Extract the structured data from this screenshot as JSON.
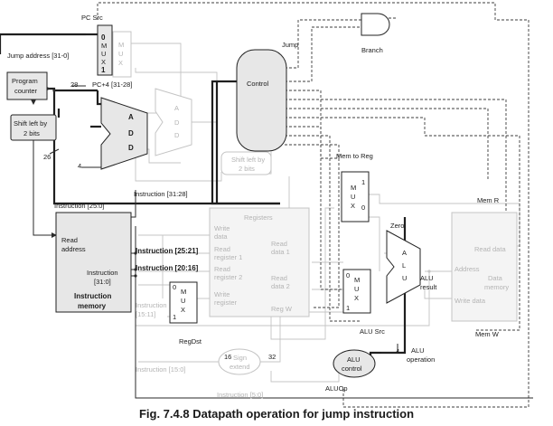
{
  "caption": "Fig. 7.4.8 Datapath operation for jump instruction",
  "blocks": {
    "program_counter": [
      "Program",
      "counter"
    ],
    "shift_left_2": [
      "Shift left by",
      "2 bits"
    ],
    "add_pc": [
      "A",
      "D",
      "D"
    ],
    "add_branch": [
      "A",
      "D",
      "D"
    ],
    "control": "Control",
    "instruction_memory": {
      "read_address": [
        "Read",
        "address"
      ],
      "instruction_out": [
        "Instruction",
        "[31:0]"
      ],
      "title": [
        "Instruction",
        "memory"
      ]
    },
    "shift_left_2_branch": [
      "Shift left by",
      "2 bits"
    ],
    "registers": {
      "title": "Registers",
      "write_data": [
        "Write",
        "data"
      ],
      "read_register_1": [
        "Read",
        "register 1"
      ],
      "read_register_2": [
        "Read",
        "register 2"
      ],
      "write_register": [
        "Write",
        "register"
      ],
      "read_data_1": [
        "Read",
        "data 1"
      ],
      "read_data_2": [
        "Read",
        "data 2"
      ],
      "reg_w": "Reg W"
    },
    "sign_extend": [
      "Sign",
      "extend"
    ],
    "alu": [
      "A",
      "L",
      "U"
    ],
    "alu_control": [
      "ALU",
      "control"
    ],
    "data_memory": {
      "address": "Address",
      "read_data": "Read data",
      "write_data": "Write data",
      "title": [
        "Data",
        "memory"
      ]
    },
    "mux_letters": [
      "M",
      "U",
      "X"
    ]
  },
  "labels": {
    "pc_src": "PC Src",
    "jump_address": "Jump address [31-0]",
    "jump": "Jump",
    "branch": "Branch",
    "pc4": "PC+4 [31-28]",
    "bits_28": "28",
    "bits_26": "26",
    "const_4": "4",
    "mem_to_reg": "Mem to Reg",
    "mem_r": "Mem R",
    "mem_w": "Mem W",
    "instr_31_28": "Instruction [31:28]",
    "instr_25_0": "Instruction [25:0]",
    "instr_25_21": "Instruction [25:21]",
    "instr_20_16": "Instruction [20:16]",
    "instr_15_11": [
      "Instruction",
      "[15:11]"
    ],
    "instr_15_0": "Instruction [15:0]",
    "instr_5_0": "Instruction [5:0]",
    "zero": "Zero",
    "alu_result": [
      "ALU",
      "result"
    ],
    "alu_src": "ALU Src",
    "reg_dst": "RegDst",
    "alu_op": "ALUOp",
    "alu_operation": [
      "ALU",
      "operation"
    ],
    "bits_16": "16",
    "bits_32": "32",
    "bits_4": "4",
    "mux_0": "0",
    "mux_1": "1"
  }
}
